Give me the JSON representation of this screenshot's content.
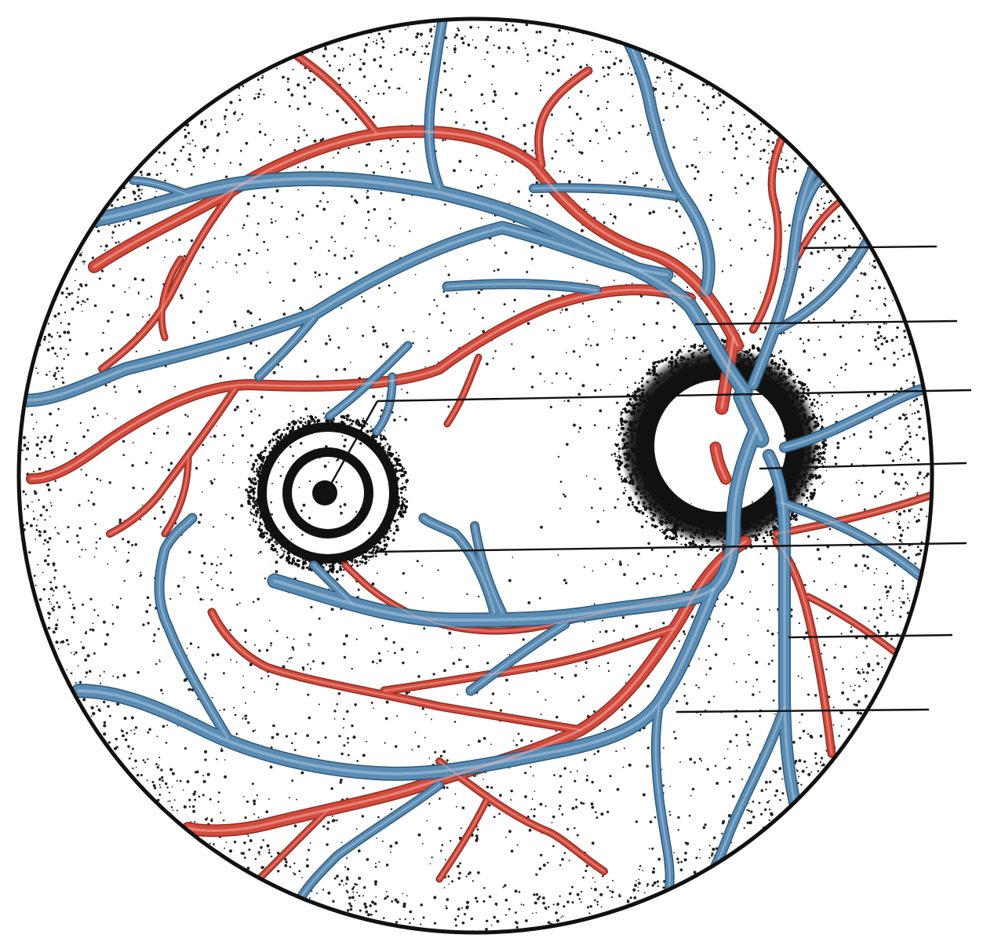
{
  "figure": {
    "subject": "retina fundus",
    "colors": {
      "artery": "#d24a3c",
      "vein": "#5a8bb3",
      "outline": "#111111",
      "stipple": "#222222",
      "background": "#ffffff"
    },
    "structures": [
      "optic-disc",
      "macula",
      "fovea",
      "retinal-arteries",
      "retinal-veins"
    ],
    "label_lines": [
      {
        "id": "line-1",
        "text": ""
      },
      {
        "id": "line-2",
        "text": ""
      },
      {
        "id": "line-3",
        "text": ""
      },
      {
        "id": "line-4",
        "text": ""
      },
      {
        "id": "line-5",
        "text": ""
      },
      {
        "id": "line-6",
        "text": ""
      },
      {
        "id": "line-7",
        "text": ""
      }
    ]
  }
}
